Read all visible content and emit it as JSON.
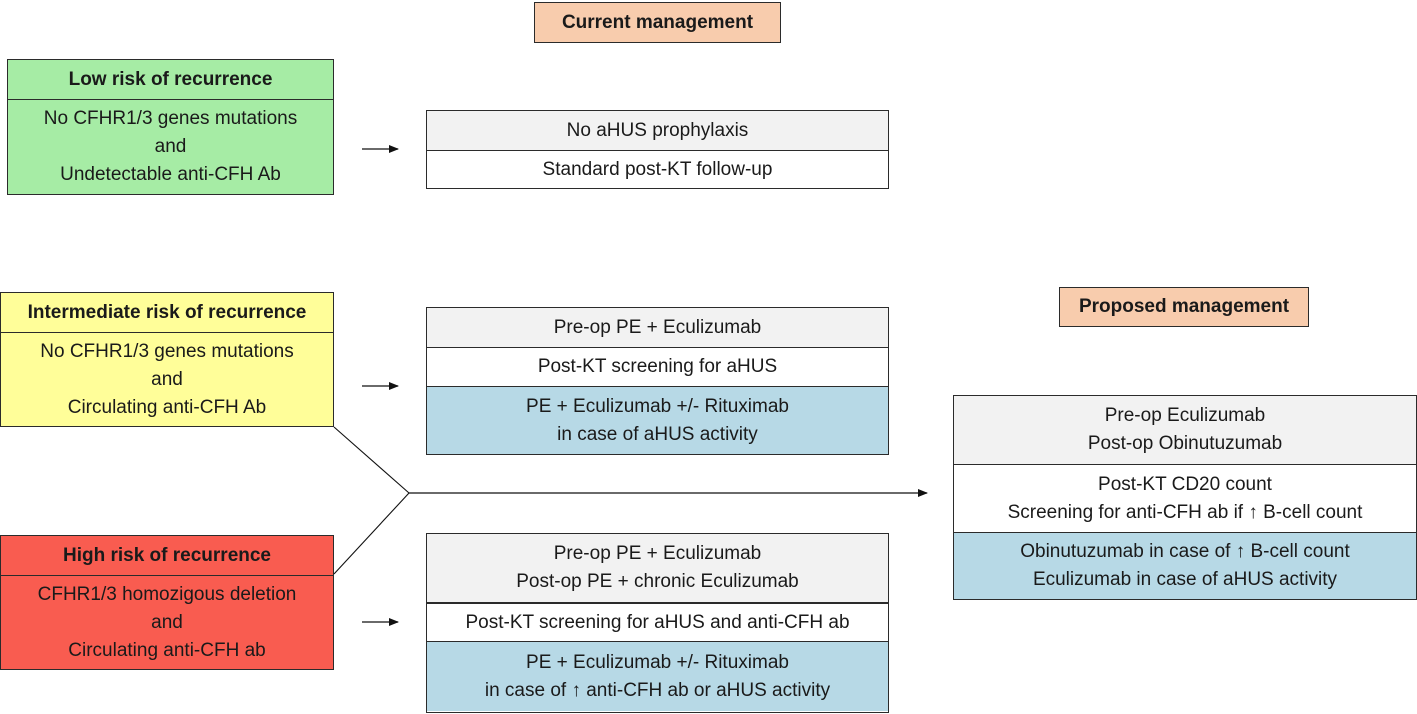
{
  "current_label": "Current management",
  "proposed_label": "Proposed management",
  "low": {
    "header": "Low risk of recurrence",
    "lines": [
      "No CFHR1/3 genes mutations",
      "and",
      "Undetectable anti-CFH Ab"
    ]
  },
  "intermediate": {
    "header": "Intermediate risk of recurrence",
    "lines": [
      "No CFHR1/3 genes mutations",
      "and",
      "Circulating anti-CFH Ab"
    ]
  },
  "high": {
    "header": "High risk of recurrence",
    "lines": [
      "CFHR1/3 homozigous deletion",
      "and",
      "Circulating anti-CFH ab"
    ]
  },
  "low_mgmt": {
    "row1": "No aHUS prophylaxis",
    "row2": "Standard post-KT follow-up"
  },
  "inter_mgmt": {
    "row1": "Pre-op PE + Eculizumab",
    "row2": "Post-KT screening for aHUS",
    "row3": [
      "PE + Eculizumab +/- Rituximab",
      "in case of aHUS activity"
    ]
  },
  "high_mgmt": {
    "row1": [
      "Pre-op PE + Eculizumab",
      "Post-op PE + chronic Eculizumab"
    ],
    "row2": "Post-KT screening for aHUS and anti-CFH ab",
    "row3": [
      "PE + Eculizumab +/- Rituximab",
      "in case of ↑ anti-CFH ab or aHUS activity"
    ]
  },
  "proposed": {
    "row1": [
      "Pre-op Eculizumab",
      "Post-op Obinutuzumab"
    ],
    "row2": [
      "Post-KT CD20 count",
      "Screening for anti-CFH ab if ↑ B-cell count"
    ],
    "row3": [
      "Obinutuzumab in case of ↑ B-cell count",
      "Eculizumab in case of aHUS activity"
    ]
  },
  "colors": {
    "green": "#a6eca5",
    "yellow": "#fffe99",
    "red": "#f95c50",
    "blue": "#b7d9e6",
    "grey": "#f2f2f2",
    "peach": "#f8ccad"
  }
}
